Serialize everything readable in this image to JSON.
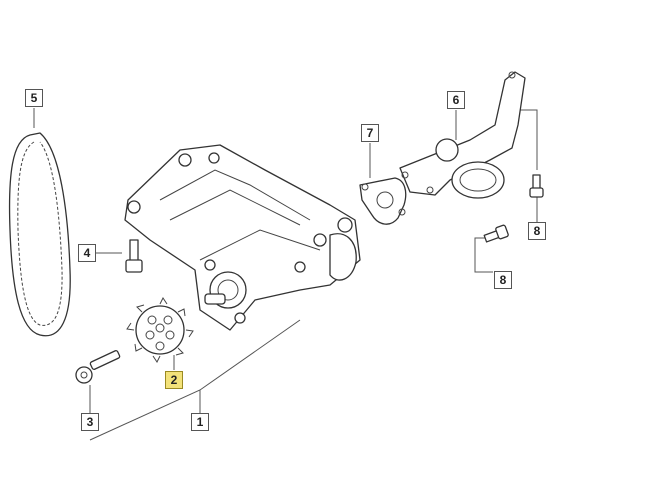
{
  "diagram": {
    "highlight_color": "#f3e27a",
    "callouts": [
      {
        "id": "c5",
        "label": "5"
      },
      {
        "id": "c6",
        "label": "6"
      },
      {
        "id": "c7",
        "label": "7"
      },
      {
        "id": "c4",
        "label": "4"
      },
      {
        "id": "c8a",
        "label": "8"
      },
      {
        "id": "c8b",
        "label": "8"
      },
      {
        "id": "c2",
        "label": "2"
      },
      {
        "id": "c3",
        "label": "3"
      },
      {
        "id": "c1",
        "label": "1"
      }
    ]
  }
}
